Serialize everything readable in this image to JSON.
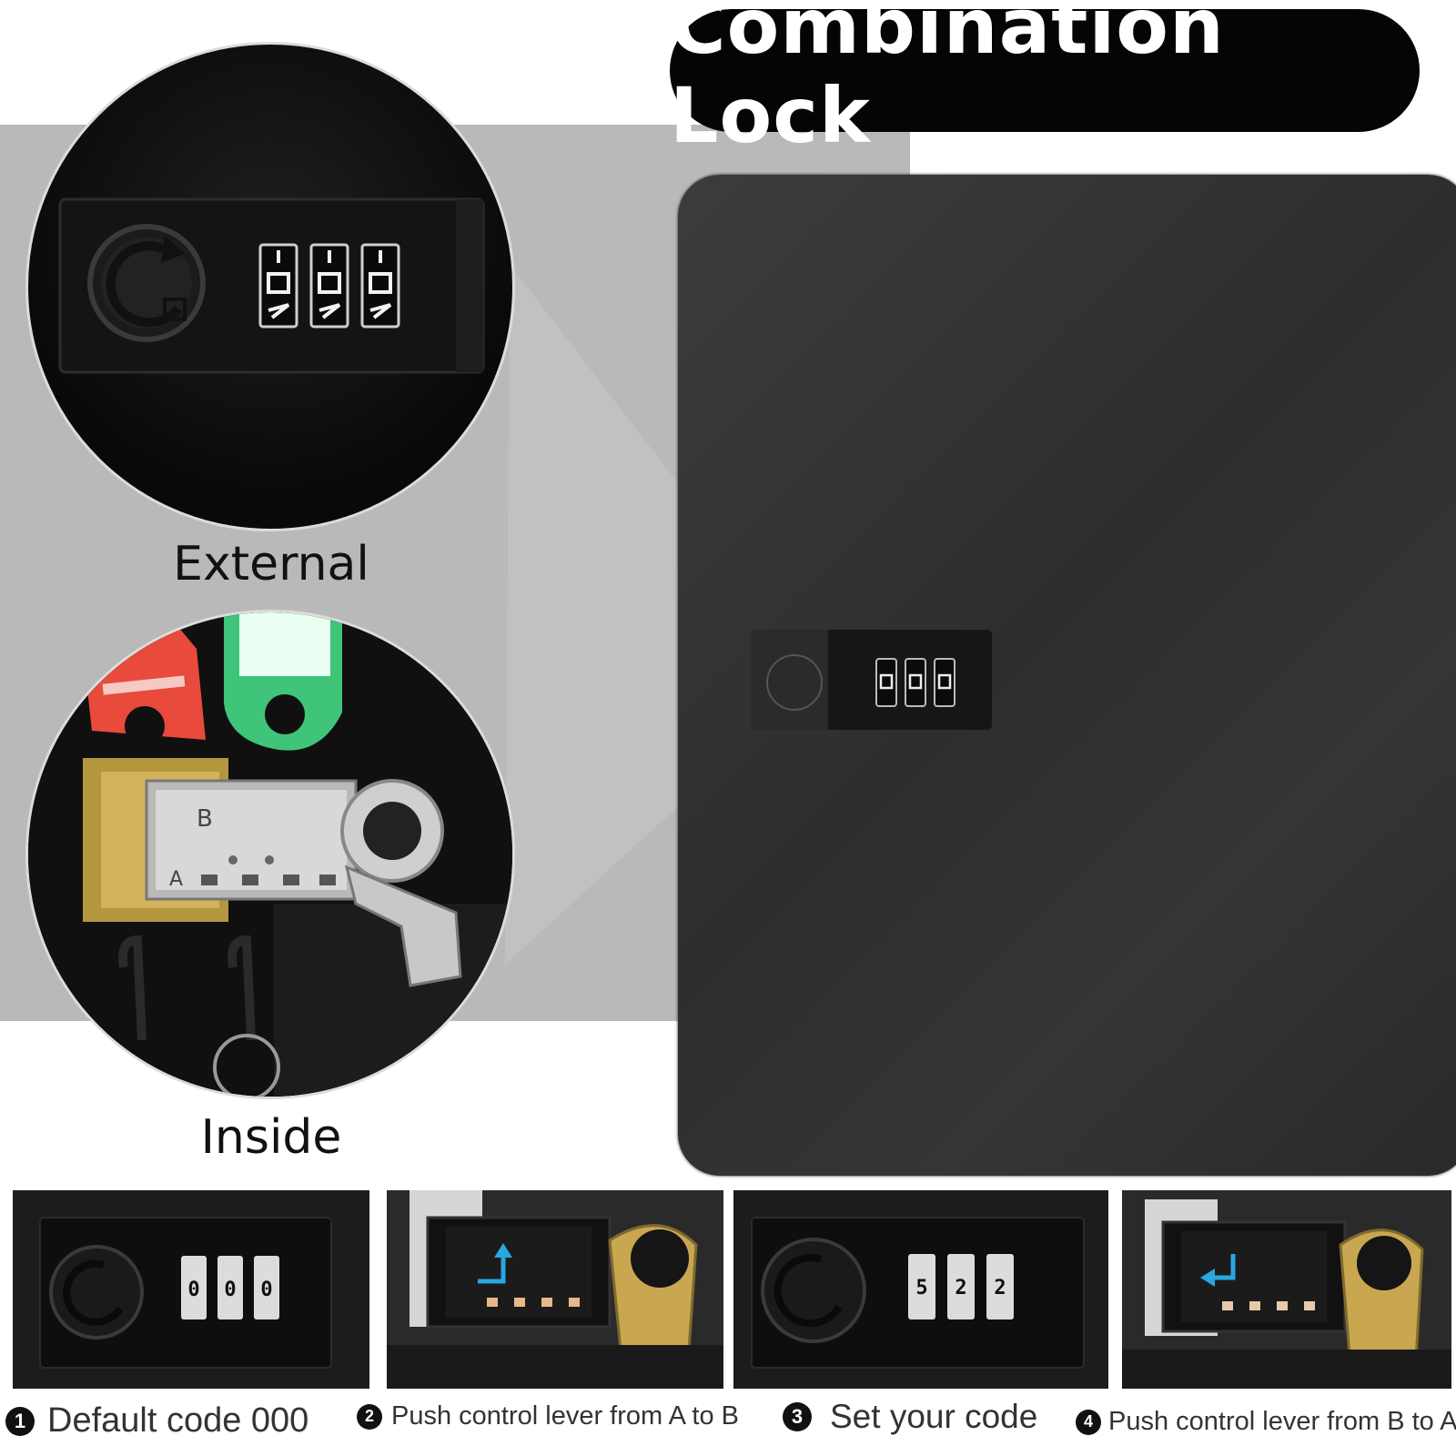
{
  "title": "Combination Lock",
  "captions": {
    "external": "External",
    "inside": "Inside"
  },
  "colors": {
    "title_bg": "#050505",
    "backdrop": "#b9b9b9",
    "box": "#333333",
    "tag_red": "#e84a3c",
    "tag_green": "#3fc47a",
    "arrow": "#2aa6e0"
  },
  "lock_labels": {
    "lever_b": "B",
    "lever_a": "A"
  },
  "steps": [
    {
      "number": "1",
      "text": "Default code 000",
      "digits": [
        "0",
        "0",
        "0"
      ]
    },
    {
      "number": "2",
      "text": "Push control lever from A to B"
    },
    {
      "number": "3",
      "text": "Set your code",
      "digits": [
        "5",
        "2",
        "2"
      ]
    },
    {
      "number": "4",
      "text": "Push control lever from B to A"
    }
  ]
}
